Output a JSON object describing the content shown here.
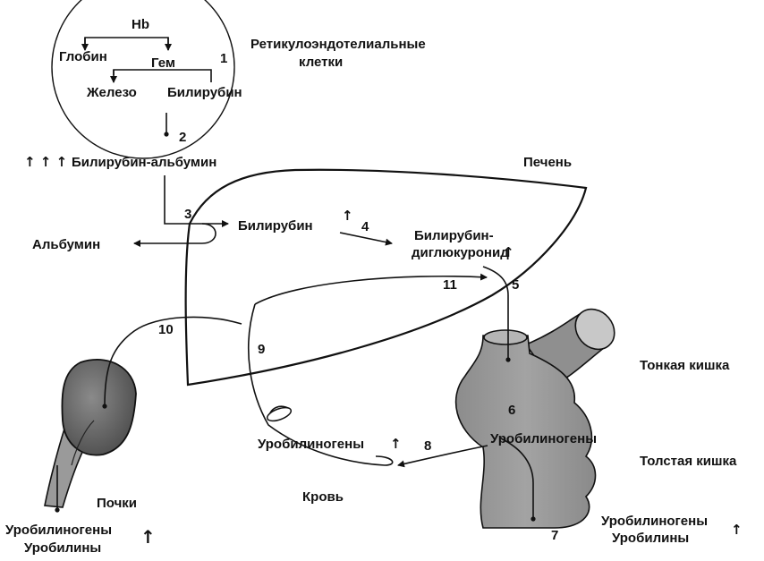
{
  "labels": {
    "hb": "Hb",
    "globin": "Глобин",
    "heme": "Гем",
    "iron": "Железо",
    "bilirubin_rec": "Билирубин",
    "ret_cells_1": "Ретикулоэндотелиальные",
    "ret_cells_2": "клетки",
    "bili_albumin": "Билирубин-альбумин",
    "liver": "Печень",
    "albumin": "Альбумин",
    "bilirubin_liver": "Билирубин",
    "diglucuronide_1": "Билирубин-",
    "diglucuronide_2": "диглюкуронид",
    "small_intestine": "Тонкая кишка",
    "urobilinogens_intestine": "Уробилиногены",
    "urobilinogens_blood": "Уробилиногены",
    "large_intestine": "Толстая кишка",
    "kidneys": "Почки",
    "blood": "Кровь",
    "kidney_out_1": "Уробилиногены",
    "kidney_out_2": "Уробилины",
    "feces_out_1": "Уробилиногены",
    "feces_out_2": "Уробилины"
  },
  "steps": {
    "s1": "1",
    "s2": "2",
    "s3": "3",
    "s4": "4",
    "s5": "5",
    "s6": "6",
    "s7": "7",
    "s8": "8",
    "s9": "9",
    "s10": "10",
    "s11": "11"
  },
  "indicators": {
    "triple_up": "↑ ↑ ↑",
    "up": "↑"
  }
}
